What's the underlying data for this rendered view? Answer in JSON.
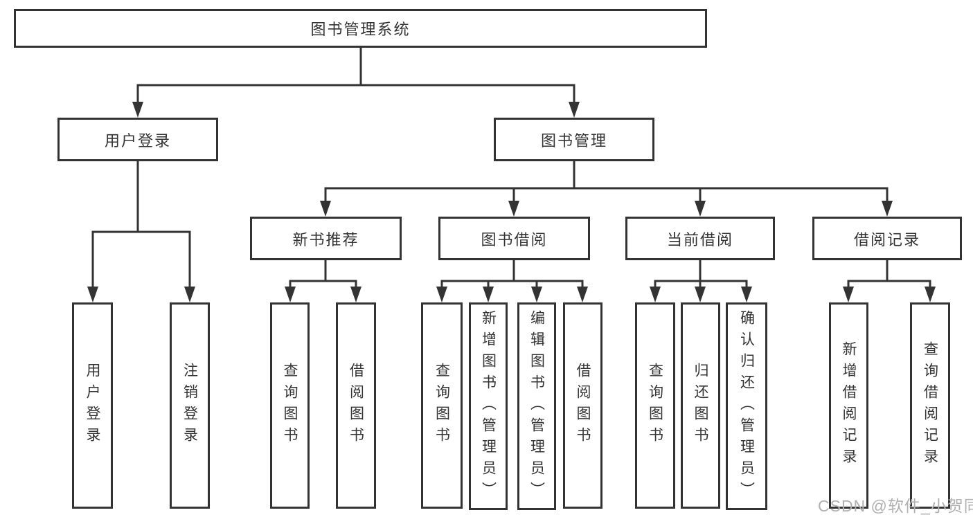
{
  "diagram_title": "图书管理系统",
  "tree": {
    "label": "图书管理系统",
    "children": [
      {
        "label": "用户登录",
        "children": [
          {
            "label": "用户登录"
          },
          {
            "label": "注销登录"
          }
        ]
      },
      {
        "label": "图书管理",
        "children": [
          {
            "label": "新书推荐",
            "children": [
              {
                "label": "查询图书"
              },
              {
                "label": "借阅图书"
              }
            ]
          },
          {
            "label": "图书借阅",
            "children": [
              {
                "label": "查询图书"
              },
              {
                "label": "新增图书（管理员）"
              },
              {
                "label": "编辑图书（管理员）"
              },
              {
                "label": "借阅图书"
              }
            ]
          },
          {
            "label": "当前借阅",
            "children": [
              {
                "label": "查询图书"
              },
              {
                "label": "归还图书"
              },
              {
                "label": "确认归还（管理员）"
              }
            ]
          },
          {
            "label": "借阅记录",
            "children": [
              {
                "label": "新增借阅记录"
              },
              {
                "label": "查询借阅记录"
              }
            ]
          }
        ]
      }
    ]
  },
  "watermark": "CSDN @软件_小贺同学",
  "colors": {
    "line": "#333333",
    "text": "#333333",
    "box_background": "#ffffff",
    "watermark": "#b0b0b0",
    "page_background": "#ffffff"
  }
}
